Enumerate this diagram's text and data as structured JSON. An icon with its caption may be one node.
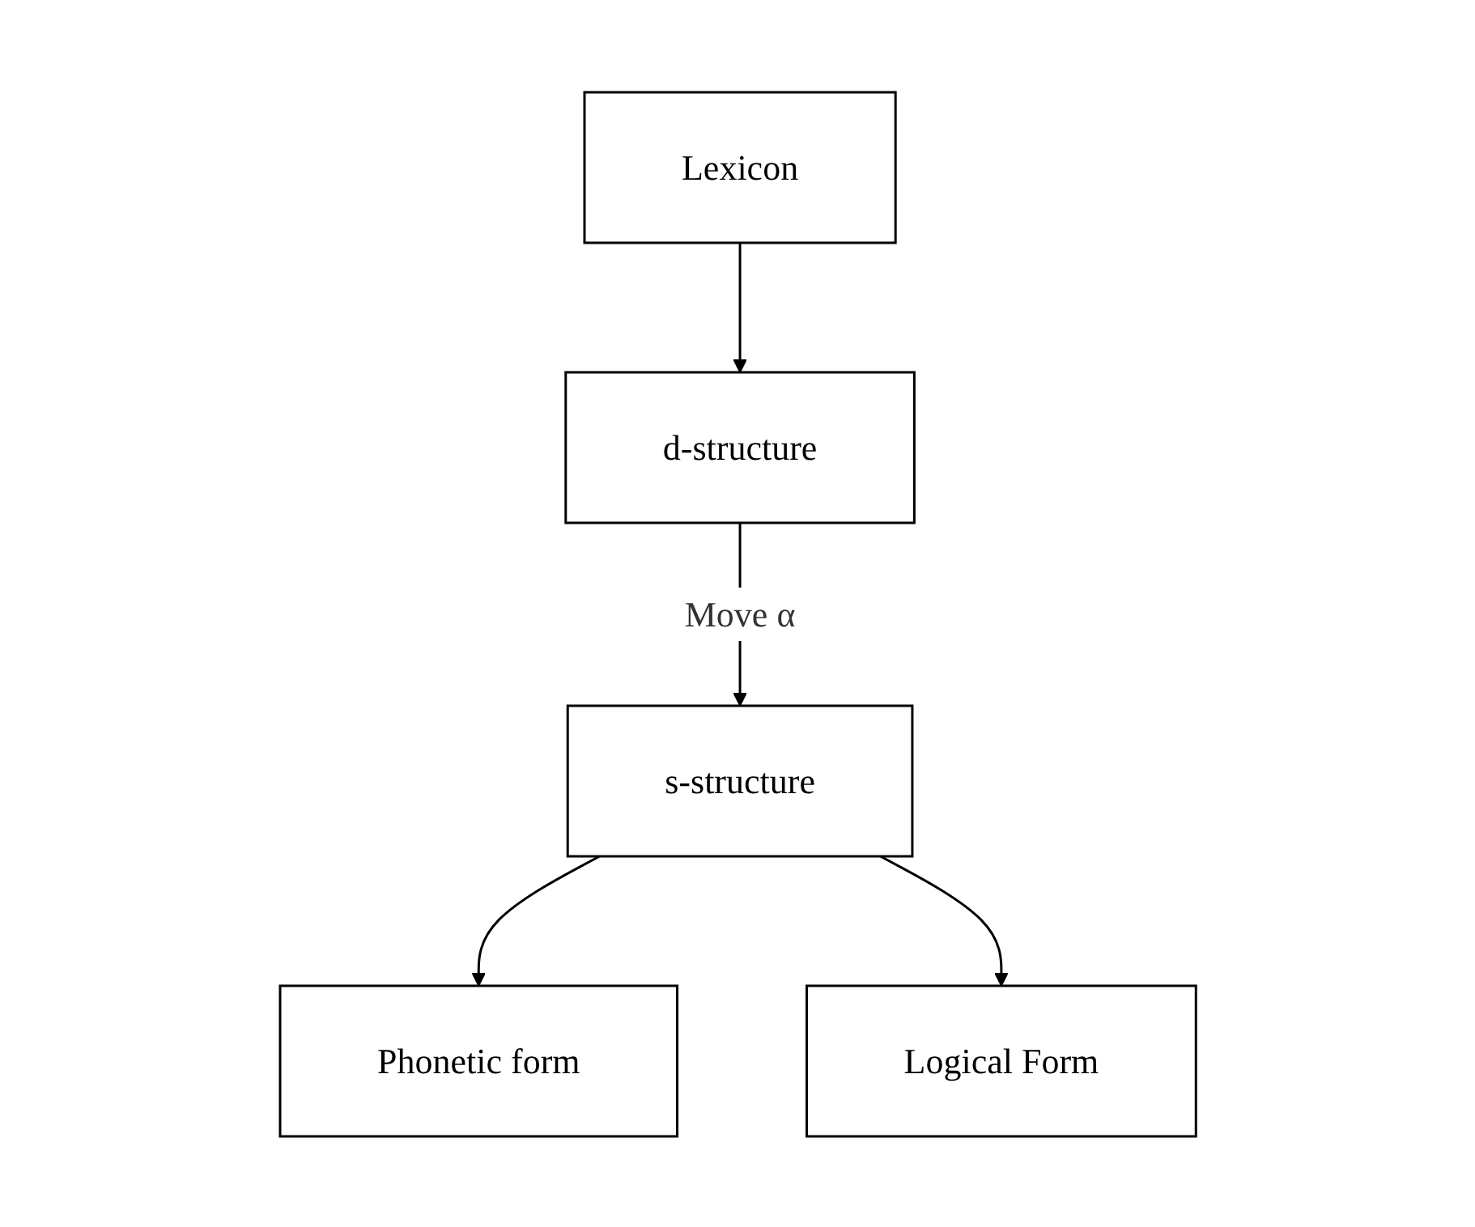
{
  "diagram": {
    "nodes": [
      {
        "text": [
          "Lexicon"
        ]
      },
      {
        "text": [
          "d-structure"
        ]
      },
      {
        "text": [
          "s-structure"
        ]
      },
      {
        "text": [
          "Phonetic form"
        ]
      },
      {
        "text": [
          "Logical Form"
        ]
      }
    ],
    "edges": [
      {
        "from": 0,
        "to": 1,
        "arrow": "to"
      },
      {
        "from": 1,
        "to": 2,
        "arrow": "to",
        "label": "Move α"
      },
      {
        "from": 2,
        "to": 3,
        "arrow": "to"
      },
      {
        "from": 2,
        "to": 4,
        "arrow": "to"
      }
    ]
  }
}
